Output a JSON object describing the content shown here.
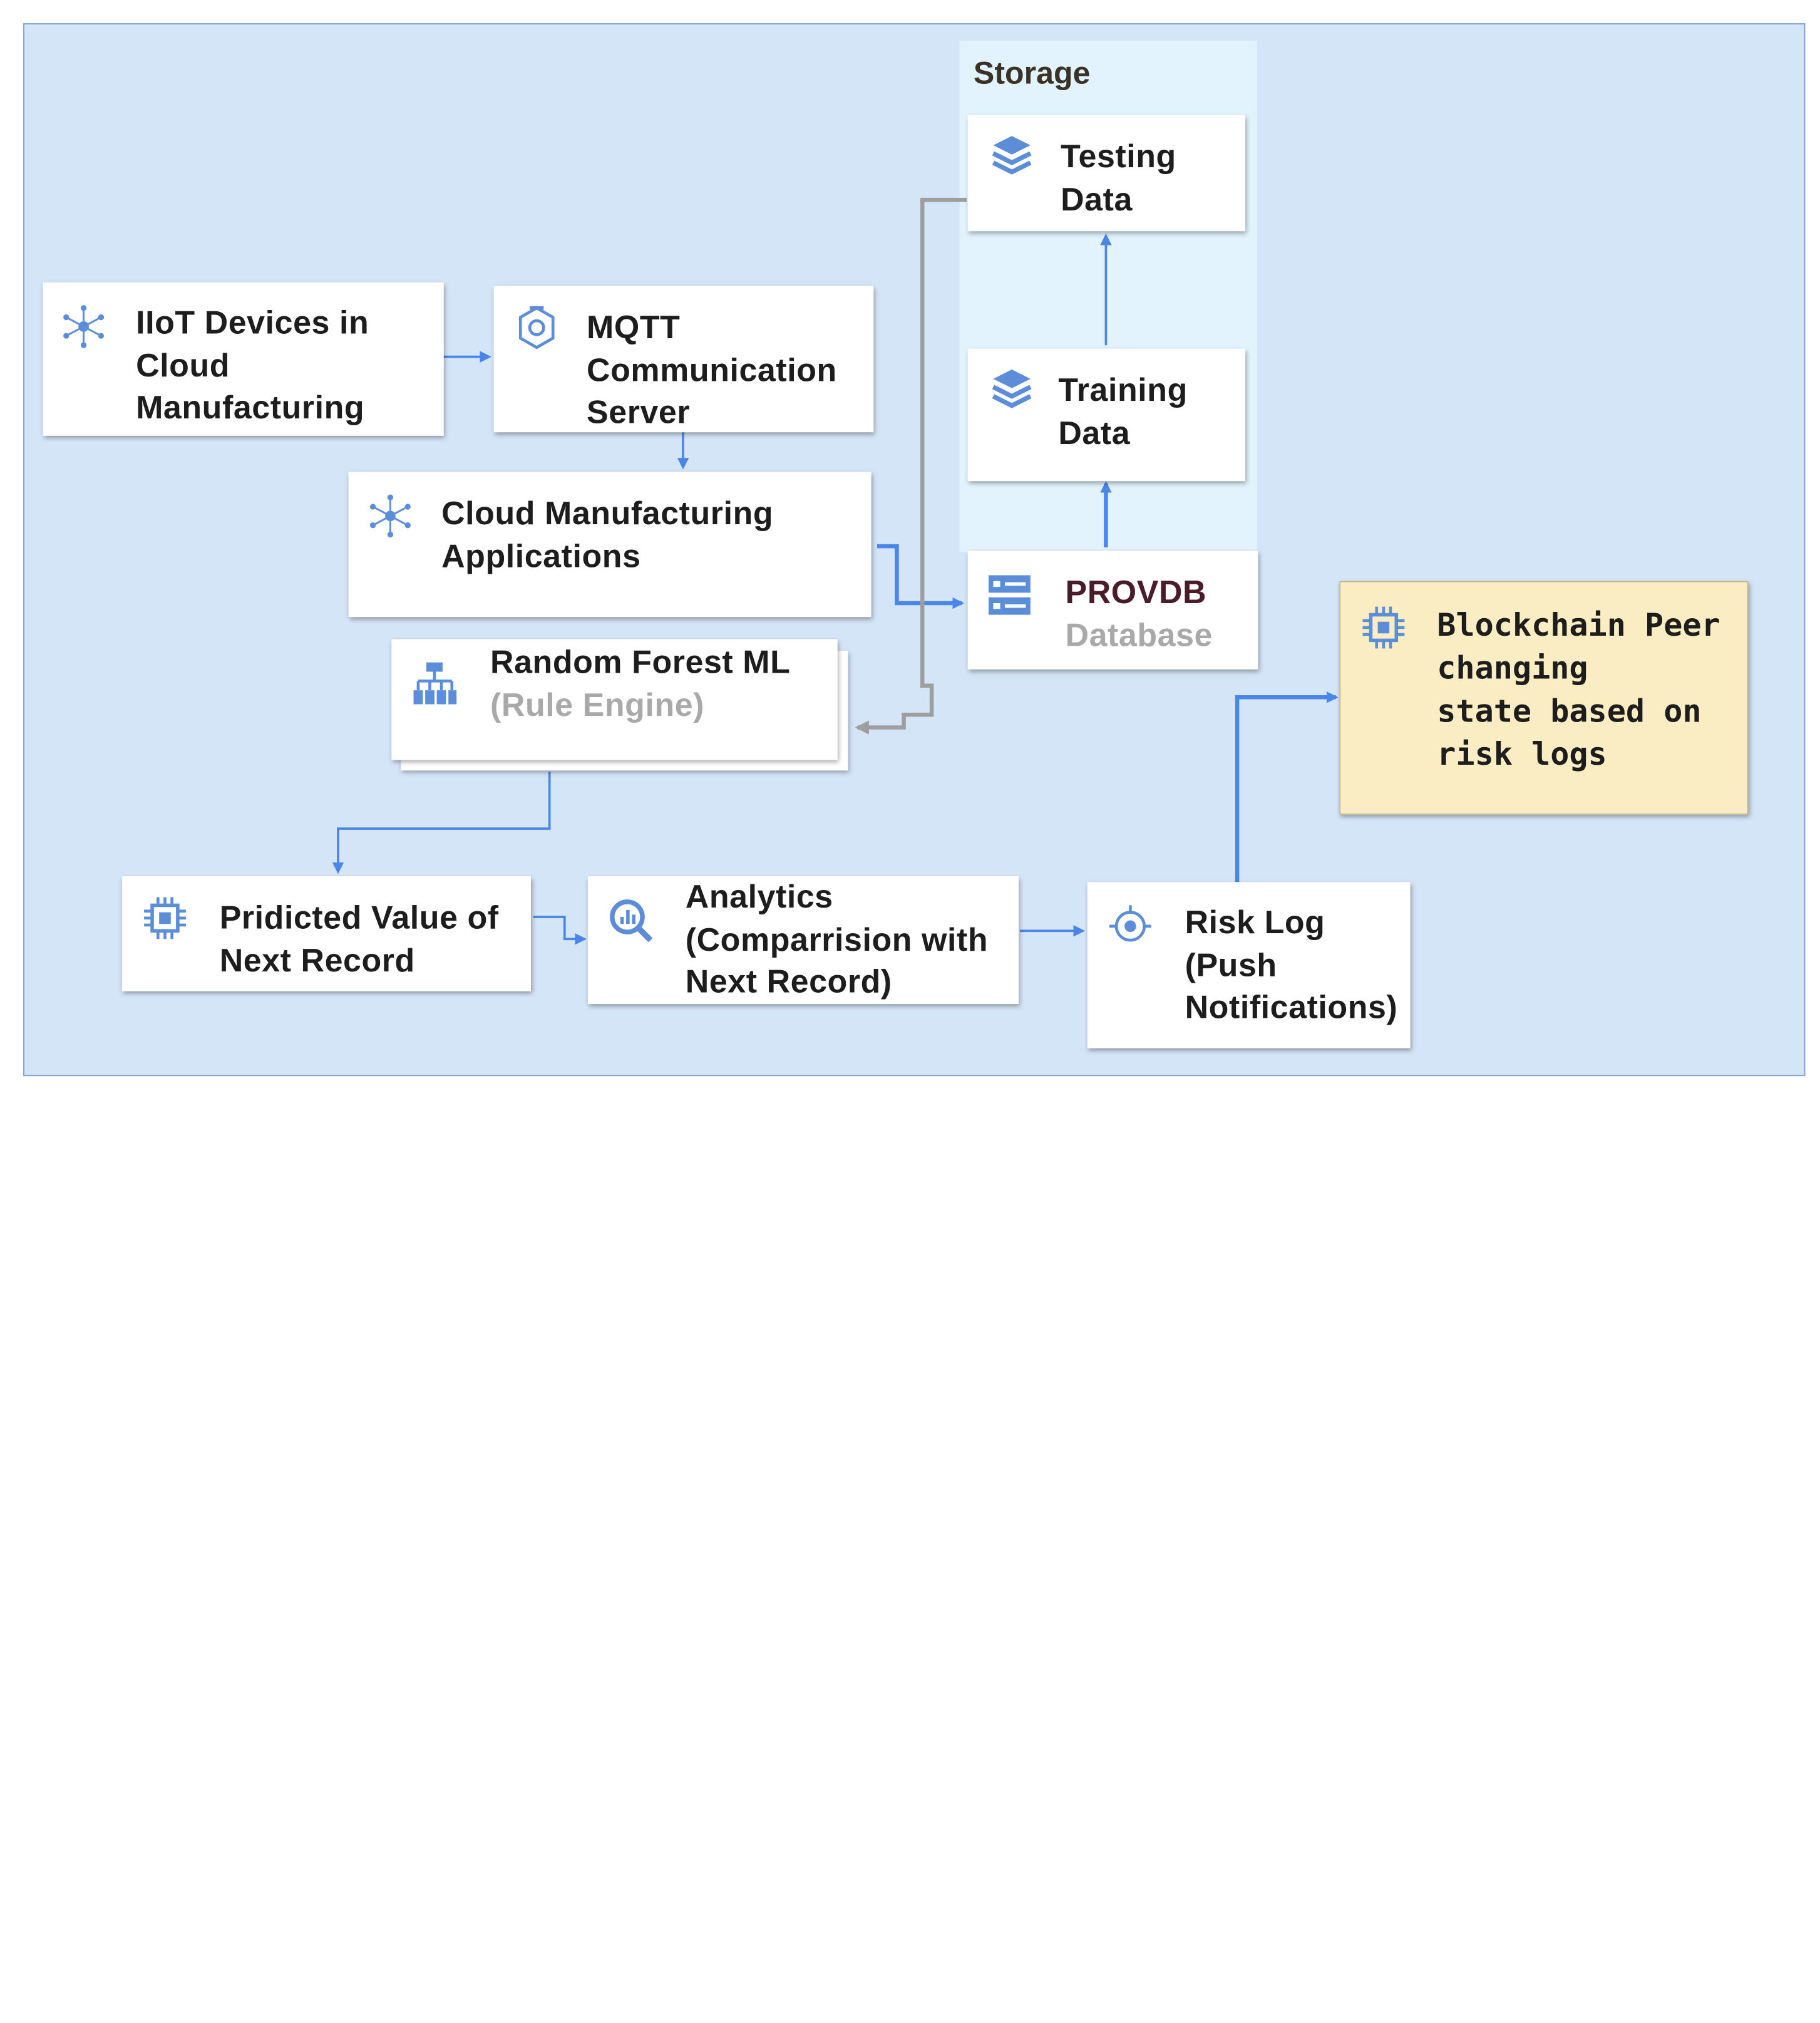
{
  "storage": {
    "title": "Storage"
  },
  "nodes": {
    "iiot": {
      "label": "IIoT Devices in\nCloud\nManufacturing",
      "icon": "network-hub-icon"
    },
    "mqtt": {
      "label": "MQTT\nCommunication\nServer",
      "icon": "mqtt-server-icon"
    },
    "cloud_apps": {
      "label": "Cloud Manufacturing\nApplications",
      "icon": "network-hub-icon"
    },
    "random_forest": {
      "label": "Random Forest ML",
      "sub": "(Rule Engine)",
      "icon": "hierarchy-tree-icon"
    },
    "testing": {
      "label": "Testing\nData",
      "icon": "stacked-layers-icon"
    },
    "training": {
      "label": "Training\nData",
      "icon": "stacked-layers-icon"
    },
    "provdb": {
      "label": "PROVDB",
      "sub": "Database",
      "icon": "server-rack-icon"
    },
    "predicted": {
      "label": "Pridicted Value of\nNext Record",
      "icon": "processor-chip-icon"
    },
    "analytics": {
      "label": "Analytics\n(Comparrision with\nNext Record)",
      "icon": "magnifier-chart-icon"
    },
    "risk": {
      "label": "Risk Log\n(Push\nNotifications)",
      "icon": "target-icon"
    },
    "blockchain": {
      "label": "Blockchain Peer\nchanging\nstate based on\nrisk logs",
      "icon": "processor-chip-icon"
    }
  },
  "colors": {
    "background": "#d5e5f8",
    "storage_panel": "#e2f3fd",
    "note_fill": "#fbedc3",
    "arrow_blue": "#4a86e8",
    "arrow_gray": "#9e9e9e",
    "icon_blue": "#5b8dd9",
    "provdb_text": "#4a1c2a"
  }
}
